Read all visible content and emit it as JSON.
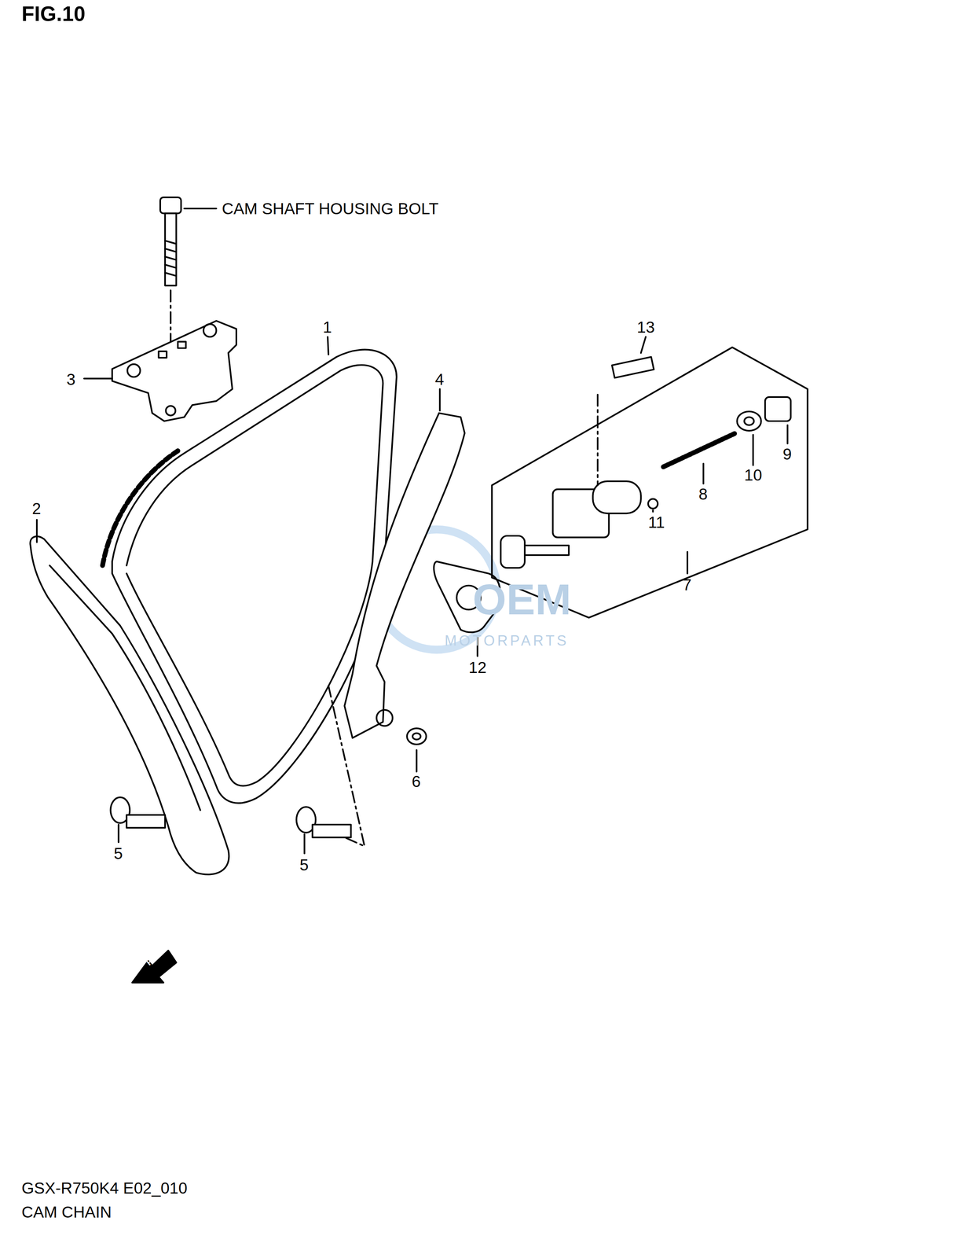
{
  "diagram": {
    "labels": [
      "FIG.10",
      "CAM SHAFT HOUSING BOLT",
      "1",
      "2",
      "3",
      "4",
      "5",
      "5",
      "6",
      "7",
      "8",
      "9",
      "10",
      "11",
      "12",
      "13",
      "FWD",
      "OEM",
      "MOTORPARTS",
      "GSX-R750K4 E02_010",
      "CAM CHAIN"
    ]
  }
}
